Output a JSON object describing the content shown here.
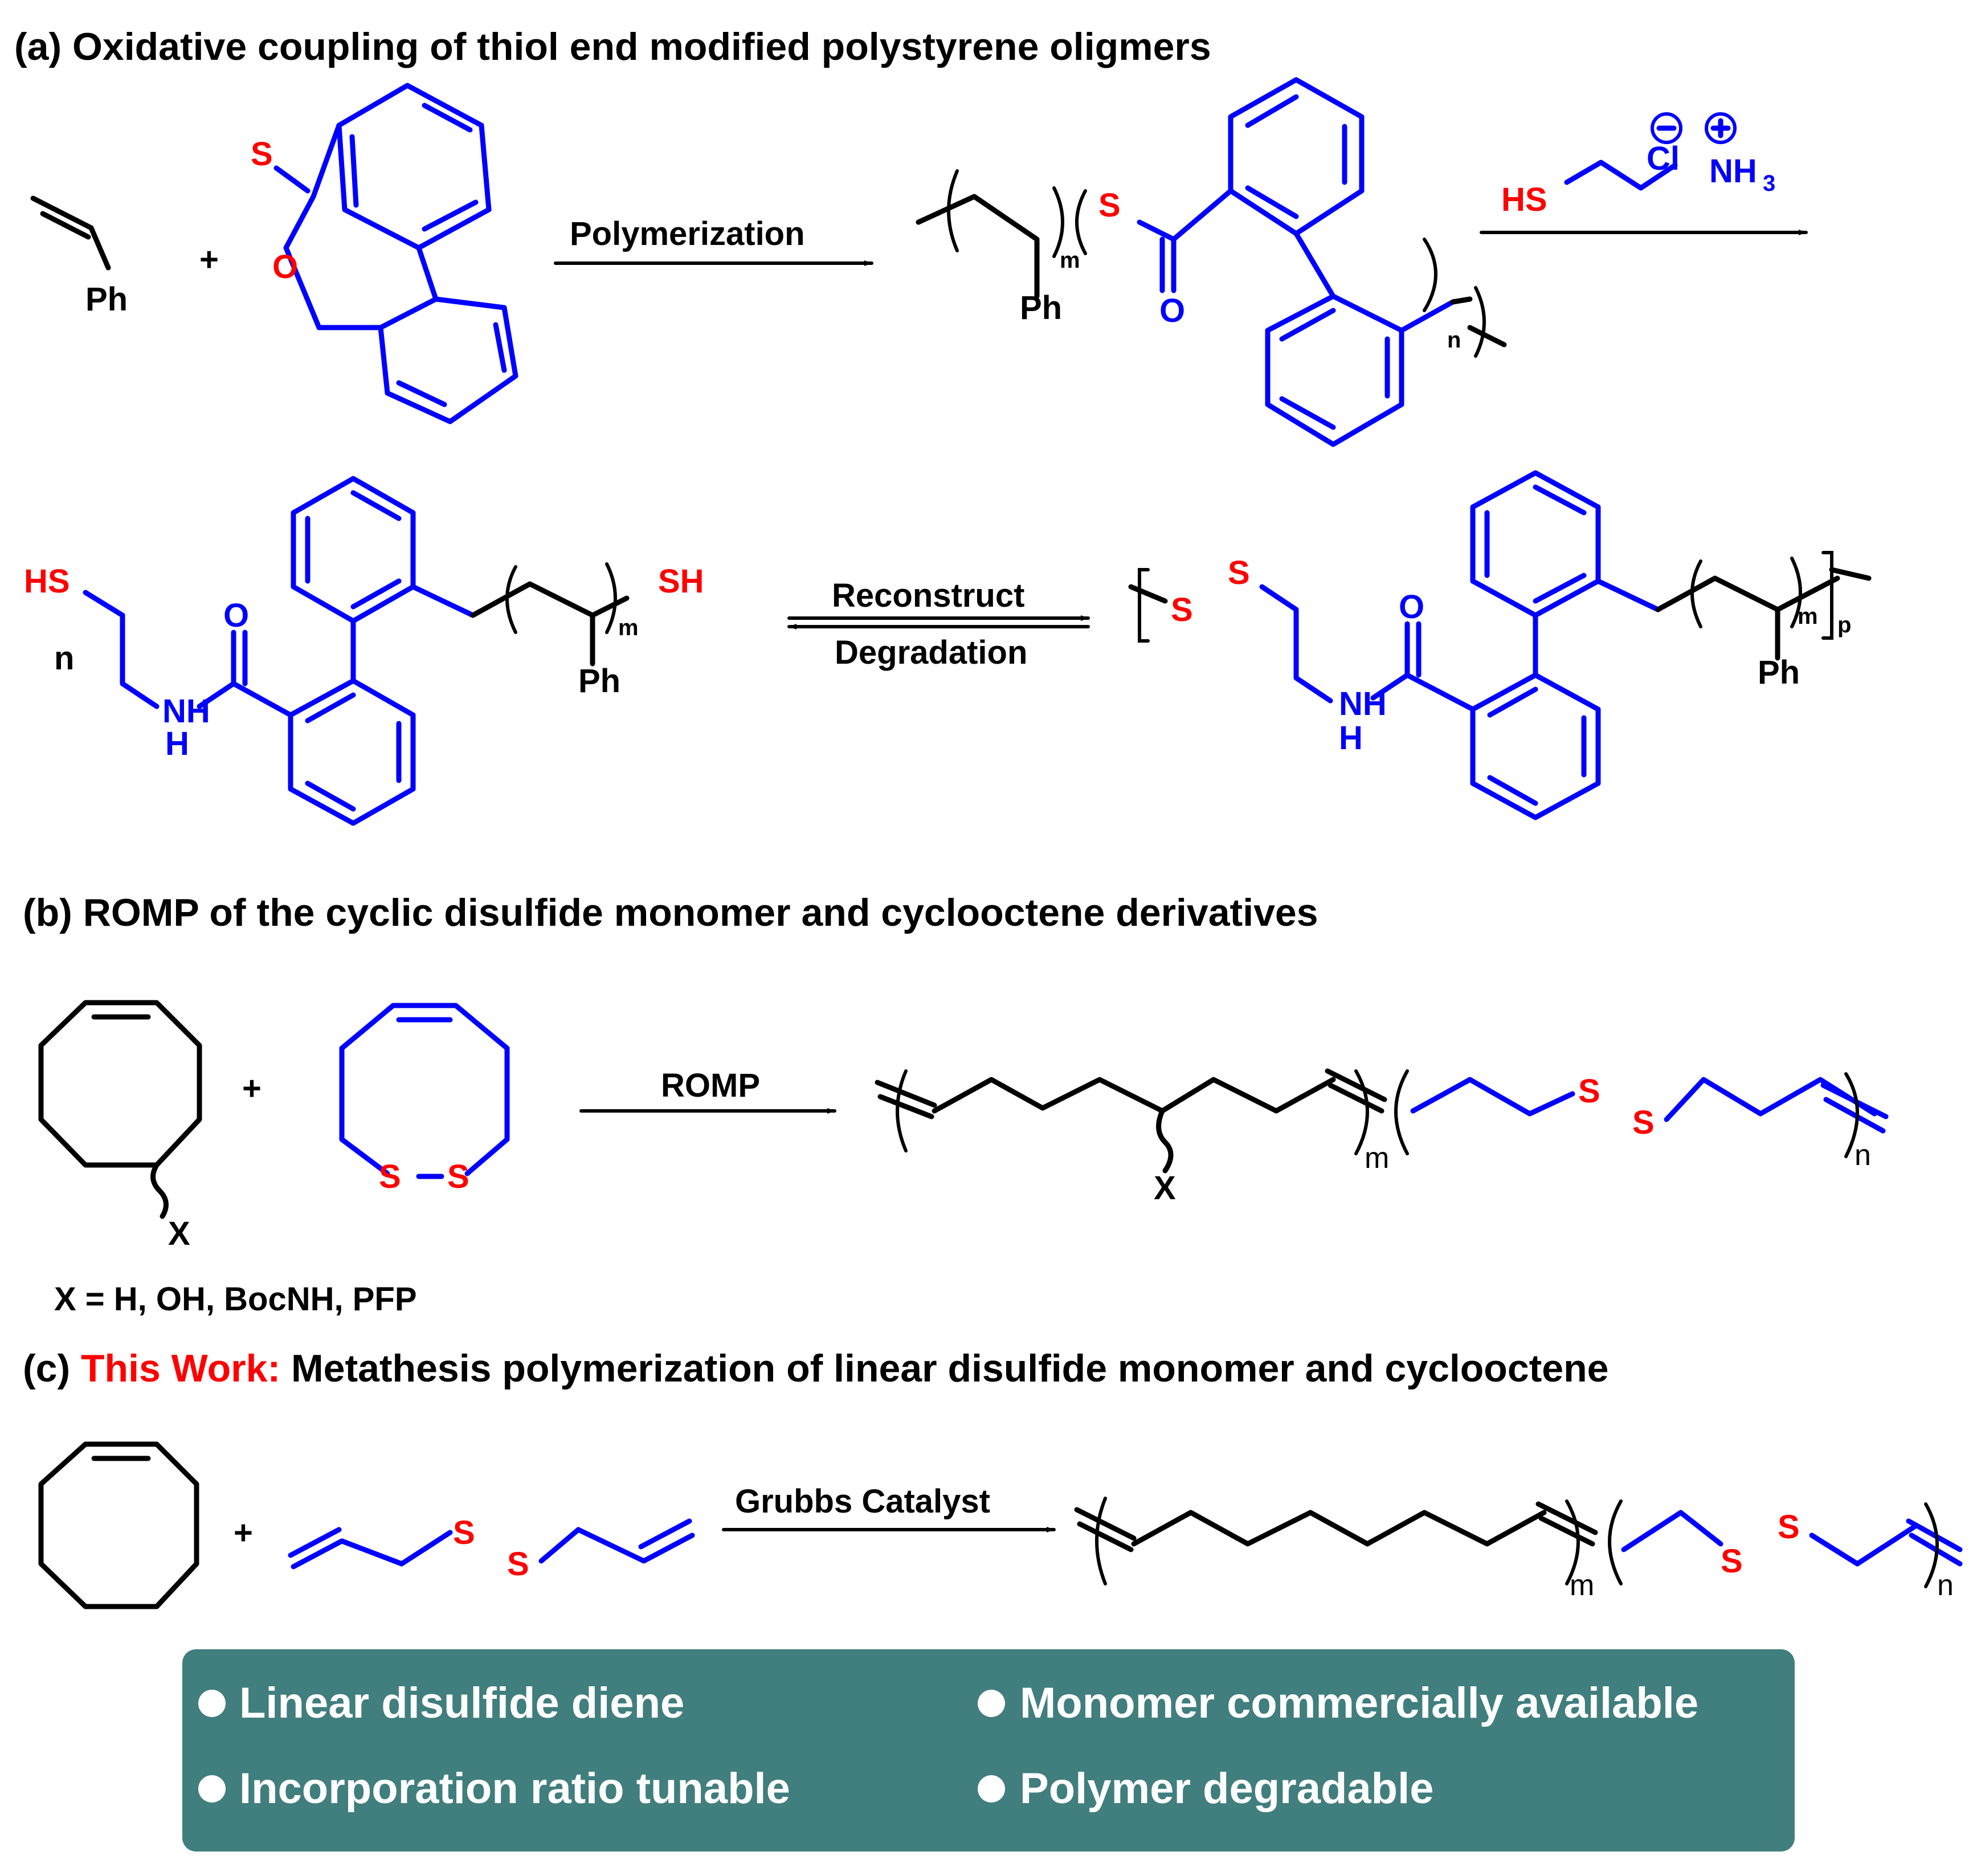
{
  "sections": {
    "a": {
      "title": "(a) Oxidative coupling of thiol end modified polystyrene oligmers"
    },
    "b": {
      "title": "(b) ROMP of the cyclic disulfide  monomer and cyclooctene derivatives"
    },
    "c": {
      "title_prefix": "(c) ",
      "title_highlight": "This Work:",
      "title_rest": " Metathesis polymerization of linear disulfide monomer and cyclooctene"
    }
  },
  "reactions": {
    "a1": {
      "condition": "Polymerization"
    },
    "a3_forward": "Reconstruct",
    "a3_reverse": "Degradation",
    "b": {
      "condition": "ROMP"
    },
    "c": {
      "condition": "Grubbs Catalyst"
    }
  },
  "atoms": {
    "ph": "Ph",
    "s": "S",
    "o": "O",
    "plus": "+",
    "hs": "HS",
    "sh": "SH",
    "cl": "Cl",
    "nh": "NH",
    "three": "3",
    "n_count": "n",
    "n_sub": "n",
    "m": "m",
    "p": "p",
    "x": "X",
    "h": "H",
    "minus": "−",
    "pluscharge": "+"
  },
  "substituent_note": "X = H, OH, BocNH, PFP",
  "features": [
    "Linear disulfide diene",
    "Monomer commercially available",
    "Incorporation ratio tunable",
    "Polymer degradable"
  ],
  "colors": {
    "blue": "#0000ff",
    "red": "#ff0000",
    "panel": "#417e7e",
    "text": "#000000"
  }
}
